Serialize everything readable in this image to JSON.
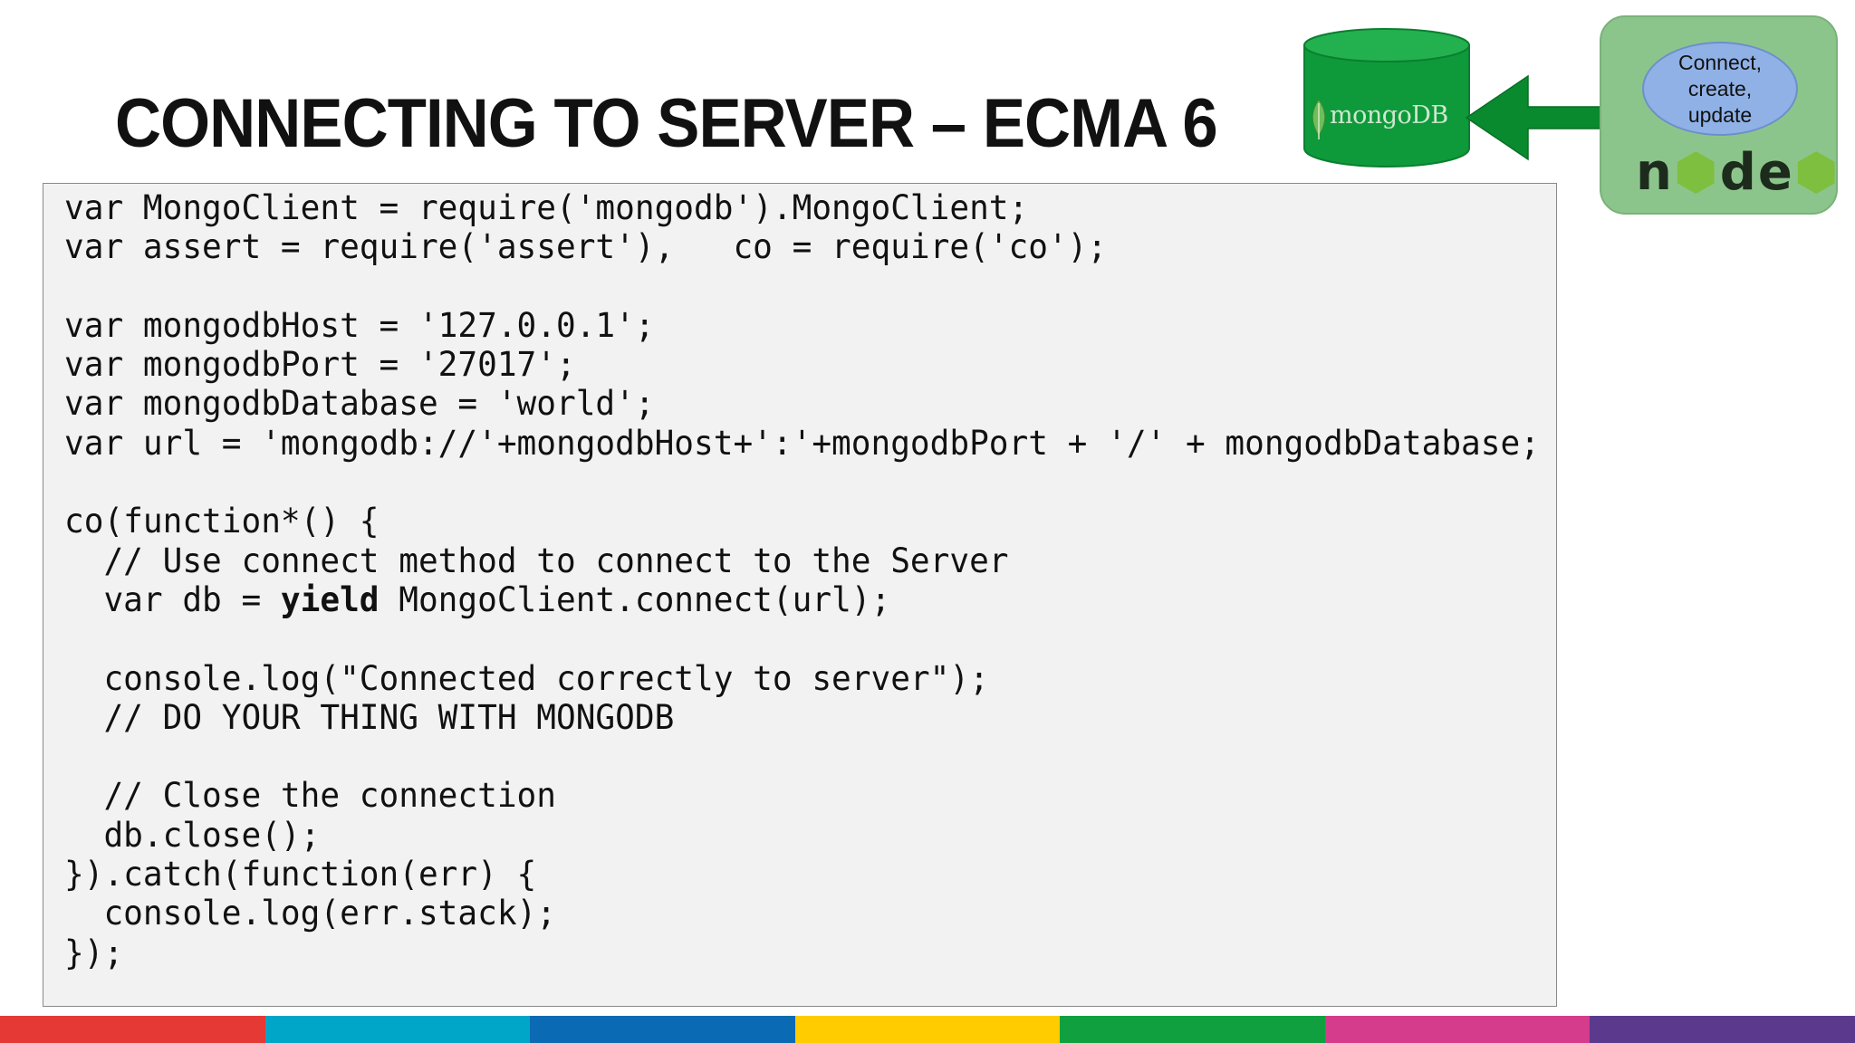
{
  "slide": {
    "title": "CONNECTING TO SERVER – ECMA 6"
  },
  "code": {
    "lines": [
      [
        {
          "t": "var MongoClient = require('mongodb').MongoClient;",
          "b": false
        }
      ],
      [
        {
          "t": "var assert = require('assert'),   co = require('co');",
          "b": false
        }
      ],
      [
        {
          "t": "",
          "b": false
        }
      ],
      [
        {
          "t": "var mongodbHost = '127.0.0.1';",
          "b": false
        }
      ],
      [
        {
          "t": "var mongodbPort = '27017';",
          "b": false
        }
      ],
      [
        {
          "t": "var mongodbDatabase = 'world';",
          "b": false
        }
      ],
      [
        {
          "t": "var url = 'mongodb://'+mongodbHost+':'+mongodbPort + '/' + mongodbDatabase;",
          "b": false
        }
      ],
      [
        {
          "t": "",
          "b": false
        }
      ],
      [
        {
          "t": "co(function*() {",
          "b": false
        }
      ],
      [
        {
          "t": "  // Use connect method to connect to the Server",
          "b": false
        }
      ],
      [
        {
          "t": "  var db = ",
          "b": false
        },
        {
          "t": "yield",
          "b": true
        },
        {
          "t": " MongoClient.connect(url);",
          "b": false
        }
      ],
      [
        {
          "t": "",
          "b": false
        }
      ],
      [
        {
          "t": "  console.log(\"Connected correctly to server\");",
          "b": false
        }
      ],
      [
        {
          "t": "  // DO YOUR THING WITH MONGODB",
          "b": false
        }
      ],
      [
        {
          "t": "",
          "b": false
        }
      ],
      [
        {
          "t": "  // Close the connection",
          "b": false
        }
      ],
      [
        {
          "t": "  db.close();",
          "b": false
        }
      ],
      [
        {
          "t": "}).catch(function(err) {",
          "b": false
        }
      ],
      [
        {
          "t": "  console.log(err.stack);",
          "b": false
        }
      ],
      [
        {
          "t": "});",
          "b": false
        }
      ]
    ]
  },
  "diagram": {
    "database_label": "mongoDB",
    "bubble_lines": [
      "Connect,",
      "create,",
      "update"
    ],
    "node_logo": {
      "before": "n",
      "middle": "⬢",
      "after": "de",
      "end": "⬢"
    }
  },
  "colors": {
    "db_green": "#0e9a3a",
    "arrow_green": "#0a8a2e",
    "panel_green": "#8cc58c",
    "bubble_blue": "#8fb1e6",
    "code_bg": "#f2f2f2",
    "bottom_bar": [
      "#e53935",
      "#00a6c8",
      "#0a6ab3",
      "#ffcc00",
      "#10a040",
      "#d63c8c",
      "#5b3a8e"
    ]
  }
}
